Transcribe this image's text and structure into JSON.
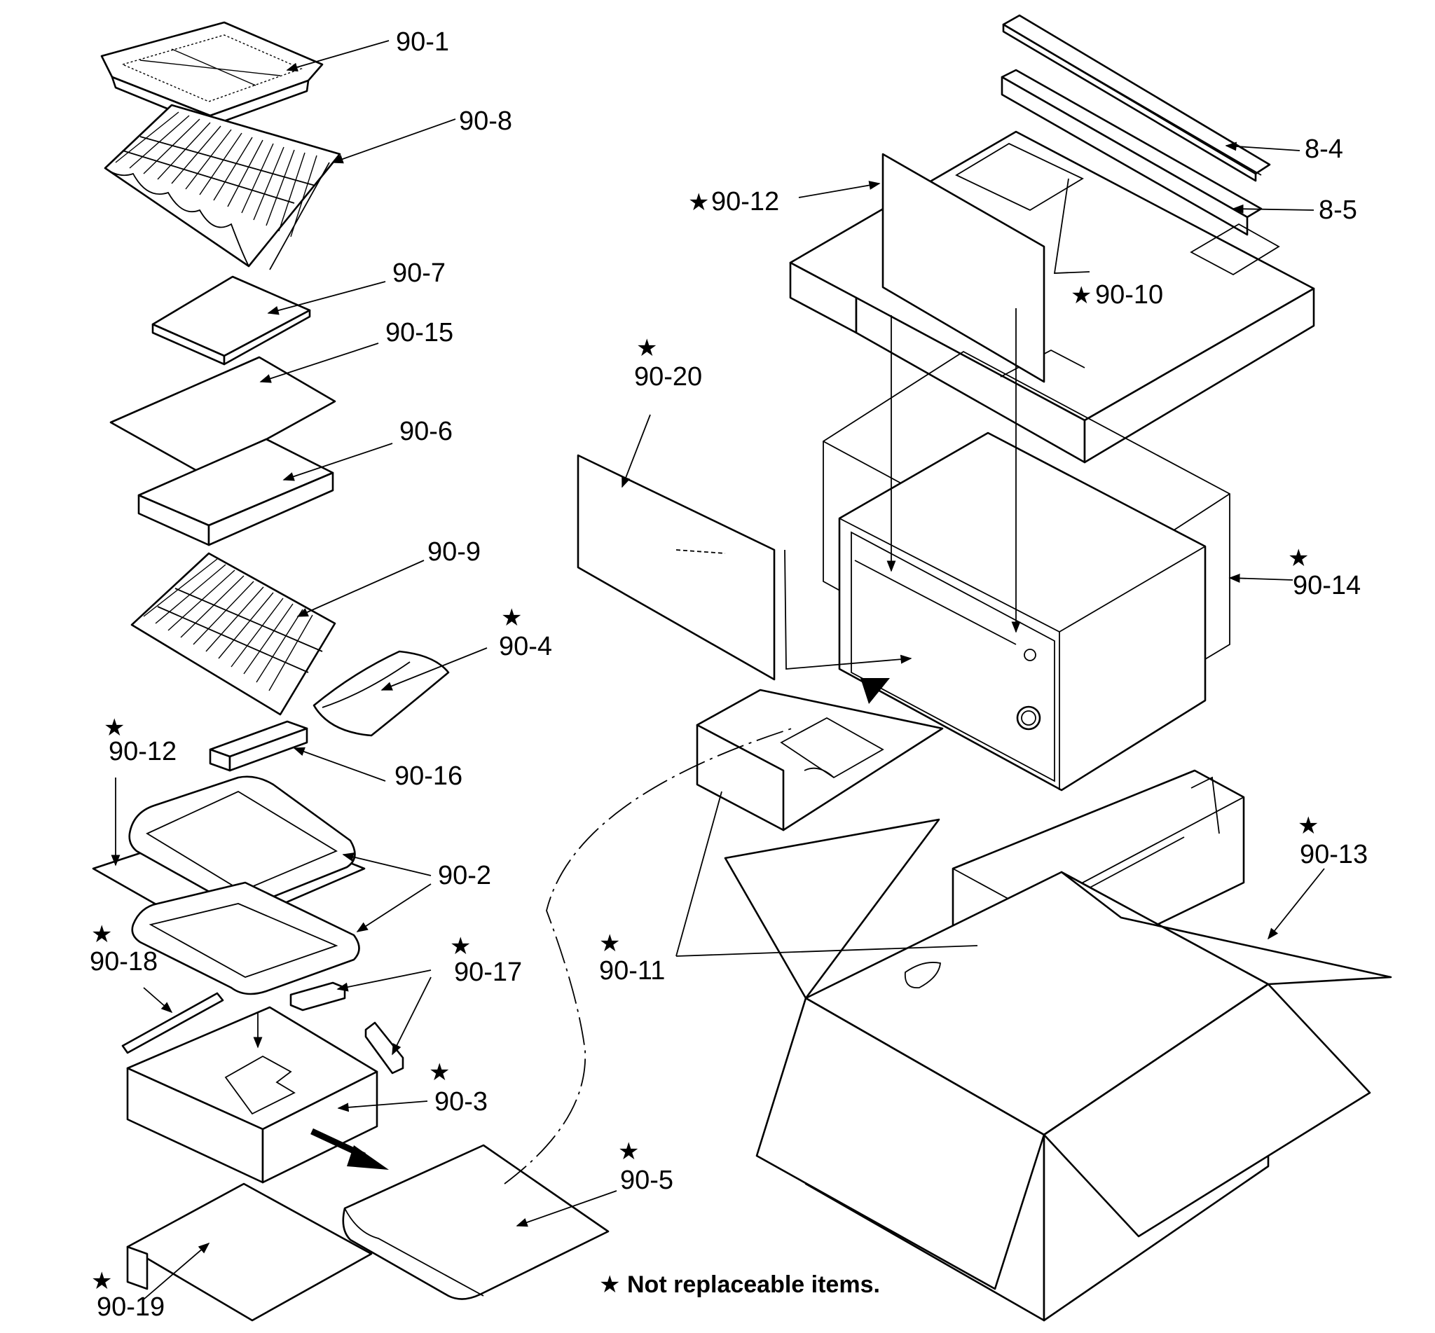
{
  "labels": {
    "p90_1": "90-1",
    "p90_8": "90-8",
    "p90_7": "90-7",
    "p90_15": "90-15",
    "p90_6": "90-6",
    "p90_9": "90-9",
    "p90_4": "90-4",
    "p90_12_left": "90-12",
    "p90_16": "90-16",
    "p90_2": "90-2",
    "p90_18": "90-18",
    "p90_17": "90-17",
    "p90_3": "90-3",
    "p90_5": "90-5",
    "p90_19": "90-19",
    "p90_20": "90-20",
    "p90_12_top": "90-12",
    "p8_4": "8-4",
    "p8_5": "8-5",
    "p90_10": "90-10",
    "p90_14": "90-14",
    "p90_11": "90-11",
    "p90_13": "90-13"
  },
  "star_symbol": "★",
  "legend": {
    "text": "Not replaceable items."
  }
}
